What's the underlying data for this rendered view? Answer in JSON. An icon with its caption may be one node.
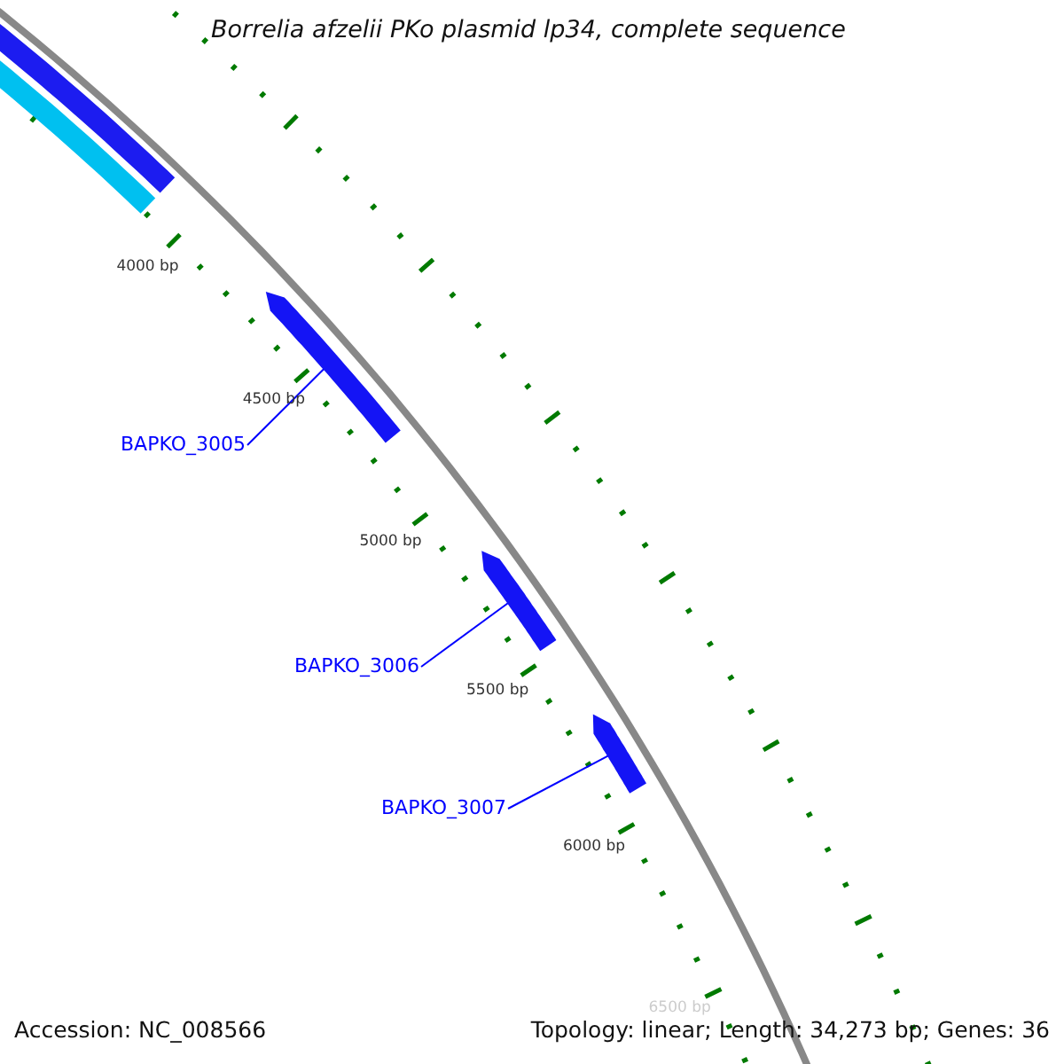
{
  "diagram": {
    "title": "Borrelia afzelii PKo plasmid lp34, complete sequence",
    "nodes": [
      {
        "text": [
          "BAPKO_3005"
        ]
      },
      {
        "text": [],
        "shape": "arrow"
      },
      {
        "text": [
          "BAPKO_3006"
        ]
      },
      {
        "text": [],
        "shape": "arrow"
      },
      {
        "text": [
          "BAPKO_3007"
        ]
      },
      {
        "text": [],
        "shape": "arrow"
      }
    ],
    "edges": [
      {
        "from": 0,
        "to": 1,
        "arrow": "none"
      },
      {
        "from": 2,
        "to": 3,
        "arrow": "none"
      },
      {
        "from": 4,
        "to": 5,
        "arrow": "none"
      }
    ],
    "labels": [
      "4000 bp",
      "4500 bp",
      "5000 bp",
      "5500 bp",
      "6000 bp",
      "6500 bp",
      "Accession: NC_008566",
      "Topology: linear; Length: 34,273 bp; Genes: 36"
    ]
  }
}
